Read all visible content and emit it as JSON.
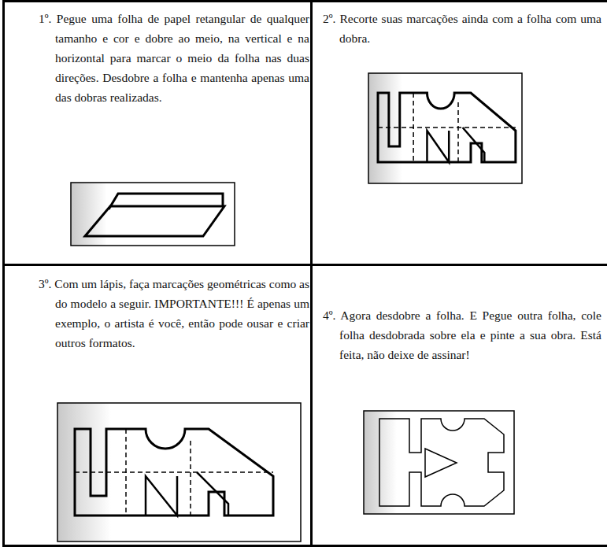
{
  "diagram": {
    "nodes": [
      {
        "text": [
          "1º. Pegue uma folha de papel retangular de qualquer tamanho e cor e dobre ao meio, na vertical e na horizontal para marcar o meio da folha nas duas direções. Desdobre a folha e mantenha apenas uma das dobras realizadas."
        ]
      },
      {
        "text": [
          "2º. Recorte suas marcações ainda com a folha com uma dobra."
        ]
      },
      {
        "text": [
          "3º. Com um lápis, faça marcações geométricas como as do modelo a seguir. IMPORTANTE!!! É apenas um exemplo, o artista é você, então pode ousar e criar outros formatos."
        ]
      },
      {
        "text": [
          "4º. Agora desdobre a folha. E Pegue outra folha, cole folha desdobrada sobre ela e pinte a sua obra. Está feita, não deixe de assinar!"
        ]
      }
    ]
  }
}
